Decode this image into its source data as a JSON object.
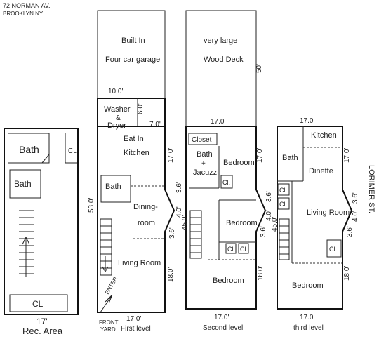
{
  "address": {
    "line1": "72 NORMAN AV.",
    "line2": "BROOKLYN NY"
  },
  "street": "LORIMER ST.",
  "basement": {
    "rooms": [
      "Bath",
      "Bath",
      "CL",
      "CL"
    ],
    "width_label": "17'",
    "caption": "Rec. Area"
  },
  "first_level": {
    "caption": "First level",
    "top_room": [
      "Built In",
      "Four car garage"
    ],
    "washer": [
      "Washer",
      "&",
      "Dryer"
    ],
    "kitchen": [
      "Eat In",
      "Kitchen"
    ],
    "bath": "Bath",
    "dining": [
      "Dining-",
      "room"
    ],
    "living": "Living Room",
    "enter": "ENTER",
    "front_yard": [
      "FRONT",
      "YARD"
    ],
    "dims": {
      "w_top": "10.0'",
      "washer_h": "6.0'",
      "washer_w": "7.0'",
      "kitchen_h": "17.0'",
      "bump_a": "3.6'",
      "bump_b": "4.0'",
      "bump_c": "3.6'",
      "total": "53.0'",
      "living_h": "18.0'",
      "w_bottom": "17.0'"
    }
  },
  "second_level": {
    "caption": "Second level",
    "deck": [
      "very large",
      "Wood Deck"
    ],
    "closet": "Closet",
    "bath": [
      "Bath",
      "+",
      "Jacuzzi"
    ],
    "bedroom1": "Bedroom",
    "bedroom2": "Bedroom",
    "bedroom3": "Bedroom",
    "cl": [
      "Cl.",
      "Cl",
      "Cl"
    ],
    "dims": {
      "deck_h": "50'",
      "w_top": "17.0'",
      "right_top": "17.0'",
      "bump_a": "3.6'",
      "bump_b": "4.0'",
      "total": "45.0'",
      "bump_c": "3.6'",
      "right_bottom": "18.0'",
      "w_bottom": "17.0'"
    }
  },
  "third_level": {
    "caption": "third level",
    "kitchen": "Kitchen",
    "bath": "Bath",
    "dinette": "Dinette",
    "living": "Living Room",
    "bedroom": "Bedroom",
    "cl": [
      "Cl.",
      "Cl.",
      "Cl."
    ],
    "dims": {
      "w_top": "17.0'",
      "right_top": "17.0'",
      "bump_a": "3.6'",
      "bump_b": "4.0'",
      "total": "45.0'",
      "bump_c": "3.6'",
      "right_bottom": "18.0'",
      "w_bottom": "17.0'"
    }
  }
}
